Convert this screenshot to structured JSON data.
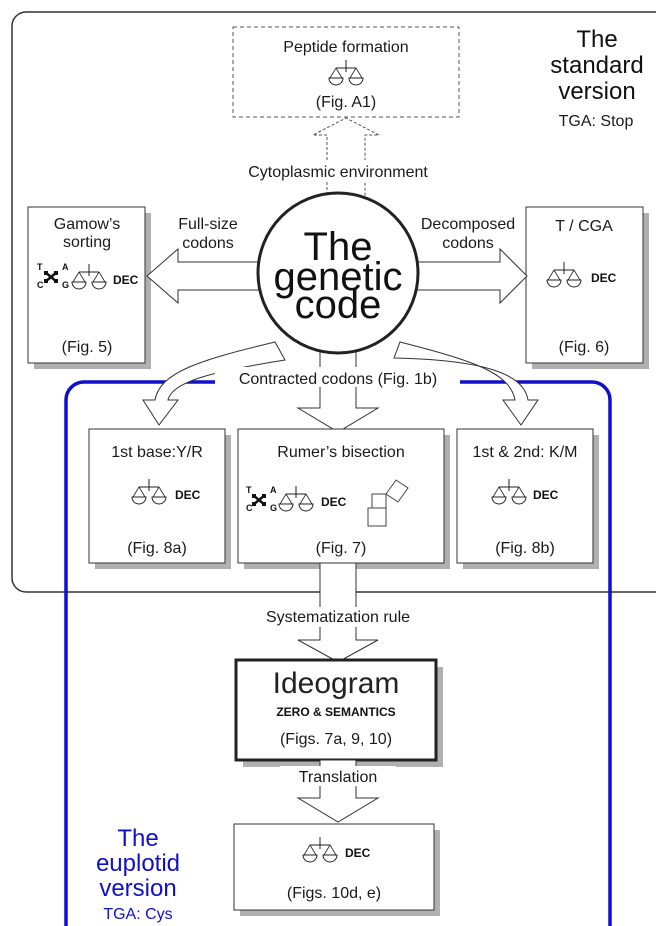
{
  "standard_version": {
    "title_lines": [
      "The",
      "standard",
      "version"
    ],
    "subtitle": "TGA: Stop"
  },
  "euplotid_version": {
    "title_lines": [
      "The",
      "euplotid",
      "version"
    ],
    "subtitle": "TGA: Cys"
  },
  "center": {
    "lines": [
      "The",
      "genetic",
      "code"
    ]
  },
  "peptide": {
    "title": "Peptide formation",
    "fig": "(Fig. A1)"
  },
  "cytoplasmic_label": "Cytoplasmic environment",
  "gamow": {
    "title_lines": [
      "Gamow’s",
      "sorting"
    ],
    "dec": "DEC",
    "fig": "(Fig. 5)"
  },
  "full_size_label": [
    "Full-size",
    "codons"
  ],
  "decomposed_label": [
    "Decomposed",
    "codons"
  ],
  "tcga": {
    "title": "T / CGA",
    "dec": "DEC",
    "fig": "(Fig. 6)"
  },
  "contracted_label": "Contracted codons (Fig. 1b)",
  "first_base": {
    "title": "1st base:Y/R",
    "dec": "DEC",
    "fig": "(Fig. 8a)"
  },
  "rumer": {
    "title": "Rumer’s bisection",
    "dec": "DEC",
    "fig": "(Fig. 7)"
  },
  "first_second": {
    "title": "1st & 2nd: K/M",
    "dec": "DEC",
    "fig": "(Fig. 8b)"
  },
  "systematization_label": "Systematization rule",
  "ideogram": {
    "title": "Ideogram",
    "subtitle": "ZERO & SEMANTICS",
    "fig": "(Figs. 7a, 9, 10)"
  },
  "translation_label": "Translation",
  "bottom_box": {
    "dec": "DEC",
    "fig": "(Figs. 10d, e)"
  },
  "base_letters": {
    "t": "T",
    "a": "A",
    "c": "C",
    "g": "G"
  },
  "colors": {
    "blue": "#1010cc",
    "stroke": "#333333",
    "shadow": "#b0b0b0"
  }
}
